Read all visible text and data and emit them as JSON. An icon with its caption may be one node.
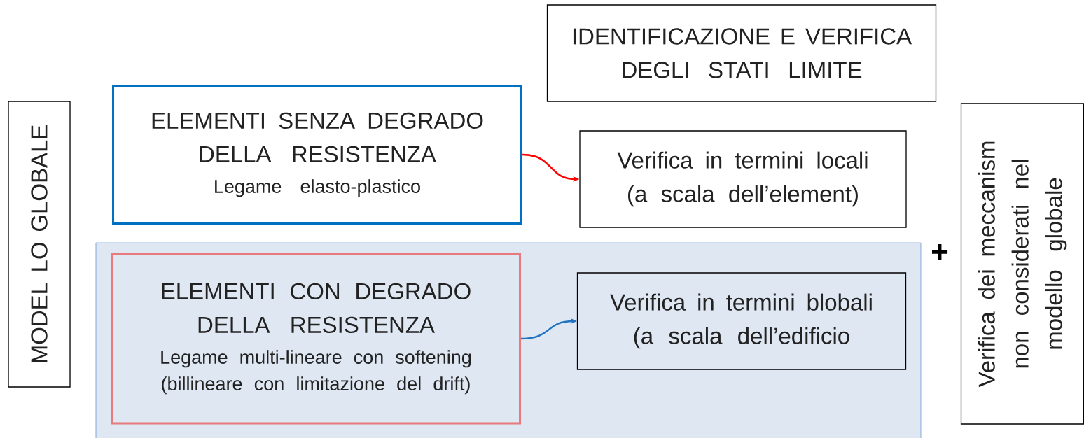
{
  "diagram": {
    "nodes": [
      {
        "text": [
          "MODEL LO GLOBALE"
        ]
      },
      {
        "text": [
          "IDENTIFICAZIONE E VERIFICA DEGLI STATI LIMITE"
        ]
      },
      {
        "text": [
          "ELEMENTI SENZA DEGRADO DELLA RESISTENZA",
          "Legame elasto-plastico"
        ]
      },
      {
        "text": [
          "Verifica in termini locali (a scala dell’element)"
        ]
      },
      {
        "text": [],
        "shape": "box"
      },
      {
        "text": [
          "ELEMENTI CON DEGRADO DELLA RESISTENZA",
          "Legame multi-lineare con softening (billineare con limitazione del drift)"
        ],
        "in": 4
      },
      {
        "text": [
          "Verifica in termini blobali (a scala dell’edificio"
        ],
        "in": 4
      },
      {
        "text": [
          "Verifica dei meccanism non considerati nel modello globale"
        ]
      }
    ],
    "edges": [
      {
        "from": 2,
        "to": 3,
        "arrow": "to",
        "color": "#ff0000"
      },
      {
        "from": 5,
        "to": 6,
        "arrow": "to",
        "color": "#1f73c0"
      }
    ],
    "labels": [
      "+"
    ]
  }
}
